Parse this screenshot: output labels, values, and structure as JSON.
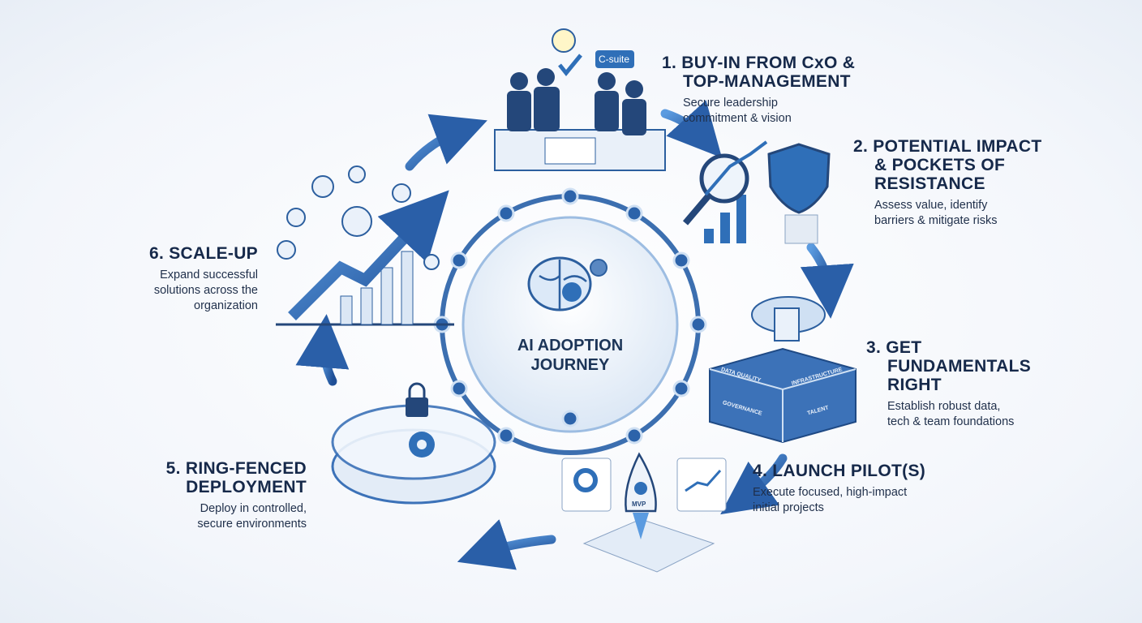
{
  "center": {
    "title_line1": "AI ADOPTION",
    "title_line2": "JOURNEY"
  },
  "steps": [
    {
      "number": "1.",
      "title_line1": "BUY-IN FROM CxO &",
      "title_line2": "TOP-MANAGEMENT",
      "desc_line1": "Secure leadership",
      "desc_line2": "commitment & vision",
      "badge": "C-suite"
    },
    {
      "number": "2.",
      "title_line1": "POTENTIAL IMPACT",
      "title_line2": "& POCKETS OF",
      "title_line3": "RESISTANCE",
      "desc_line1": "Assess value, identify",
      "desc_line2": "barriers & mitigate risks"
    },
    {
      "number": "3.",
      "title_line1": "GET",
      "title_line2": "FUNDAMENTALS",
      "title_line3": "RIGHT",
      "desc_line1": "Establish robust data,",
      "desc_line2": "tech & team foundations",
      "blocks": [
        "DATA QUALITY",
        "INFRASTRUCTURE",
        "GOVERNANCE",
        "TALENT"
      ]
    },
    {
      "number": "4.",
      "title_line1": "LAUNCH PILOT(S)",
      "desc_line1": "Execute focused, high-impact",
      "desc_line2": "initial projects",
      "rocket_label": "MVP"
    },
    {
      "number": "5.",
      "title_line1": "RING-FENCED",
      "title_line2": "DEPLOYMENT",
      "desc_line1": "Deploy in controlled,",
      "desc_line2": "secure environments"
    },
    {
      "number": "6.",
      "title_line1": "SCALE-UP",
      "desc_line1": "Expand successful",
      "desc_line2": "solutions across the",
      "desc_line3": "organization"
    }
  ],
  "colors": {
    "navy": "#16294a",
    "blue": "#2f6fb8",
    "light_blue": "#cfe0f3"
  }
}
